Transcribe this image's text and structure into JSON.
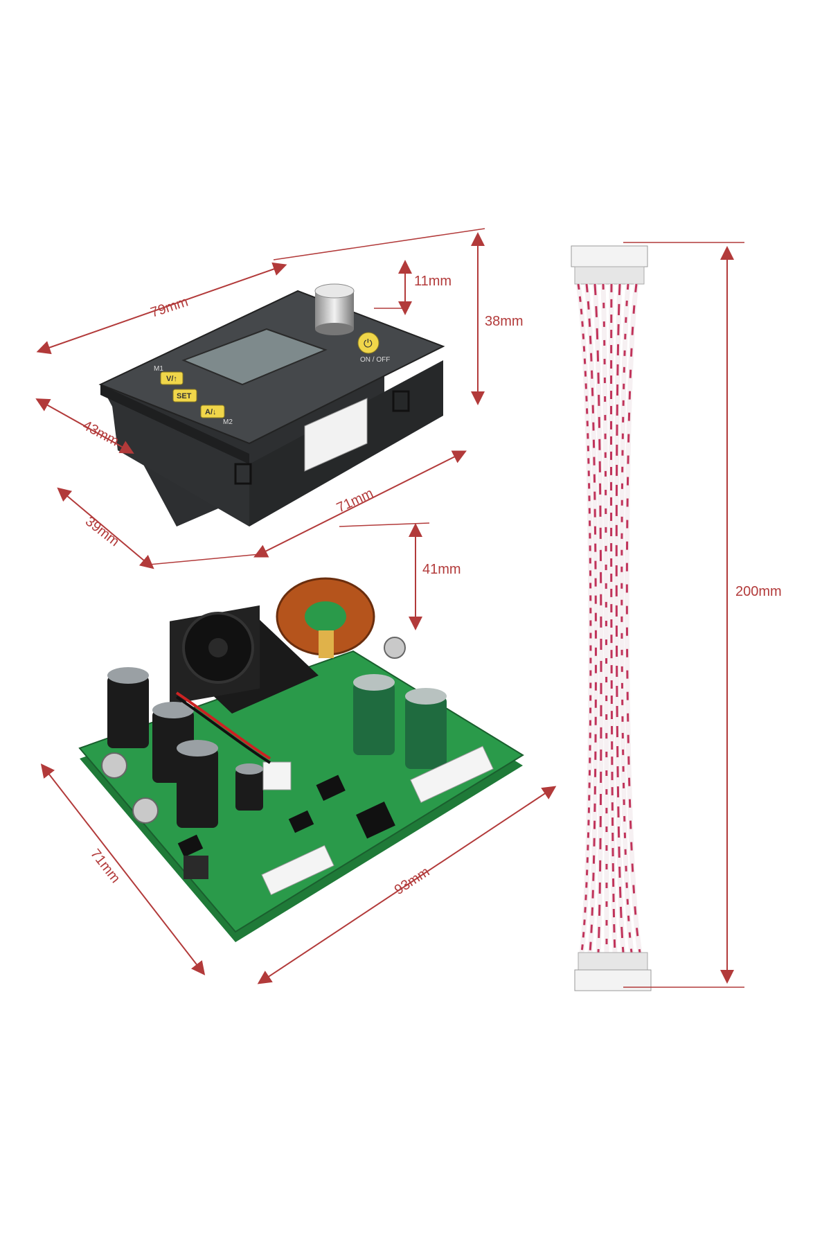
{
  "dimensions": {
    "module_length": "79mm",
    "module_depth": "43mm",
    "module_height": "38mm",
    "knob_height": "11mm",
    "bezel_width": "71mm",
    "bezel_depth": "39mm",
    "pcb_height": "41mm",
    "pcb_width": "71mm",
    "pcb_length": "93mm",
    "cable_length": "200mm"
  },
  "display_module": {
    "buttons": [
      "V/↑",
      "SET",
      "A/↓"
    ],
    "labels": [
      "M1",
      "M2"
    ],
    "power_label": "ON / OFF"
  },
  "colors": {
    "dimension_line": "#b23a3a",
    "housing": "#3b3d40",
    "screen": "#7e8a8c",
    "button": "#f0d64a",
    "pcb": "#2a9a4a",
    "cable_stripe": "#c0335a"
  }
}
